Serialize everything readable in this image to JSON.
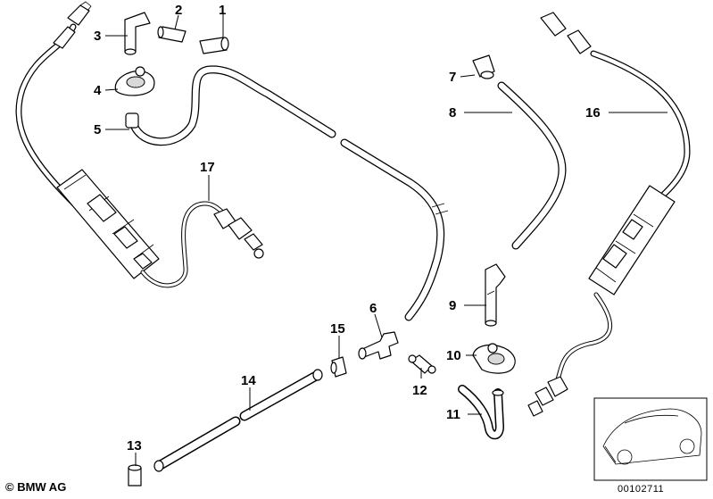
{
  "callouts": [
    {
      "id": "1",
      "label": "1"
    },
    {
      "id": "2",
      "label": "2"
    },
    {
      "id": "3",
      "label": "3"
    },
    {
      "id": "4",
      "label": "4"
    },
    {
      "id": "5",
      "label": "5"
    },
    {
      "id": "6",
      "label": "6"
    },
    {
      "id": "7",
      "label": "7"
    },
    {
      "id": "8",
      "label": "8"
    },
    {
      "id": "9",
      "label": "9"
    },
    {
      "id": "10",
      "label": "10"
    },
    {
      "id": "11",
      "label": "11"
    },
    {
      "id": "12",
      "label": "12"
    },
    {
      "id": "13",
      "label": "13"
    },
    {
      "id": "14",
      "label": "14"
    },
    {
      "id": "15",
      "label": "15"
    },
    {
      "id": "16",
      "label": "16"
    },
    {
      "id": "17",
      "label": "17"
    }
  ],
  "footer": {
    "copyright": "© BMW AG",
    "document_number": "00102711"
  },
  "colors": {
    "line": "#000000",
    "background": "#ffffff"
  }
}
